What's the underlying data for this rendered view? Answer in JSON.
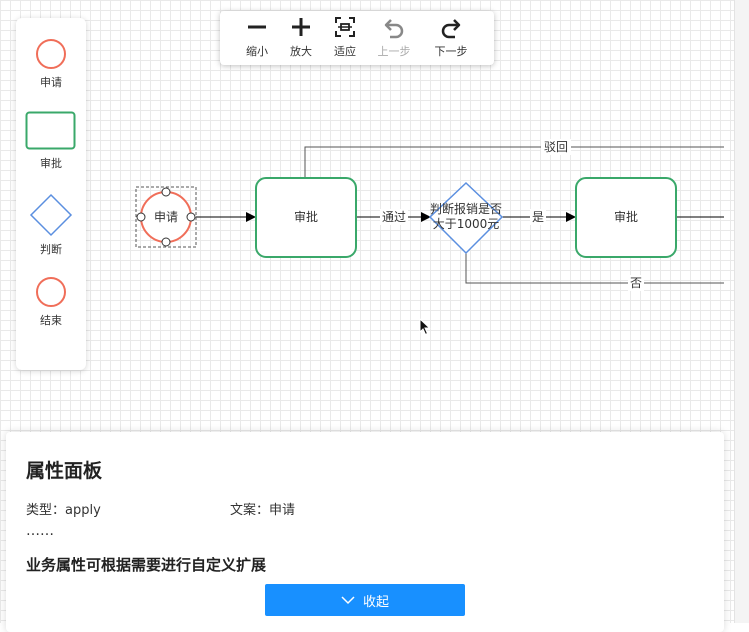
{
  "toolbar": {
    "zoom_out": "缩小",
    "zoom_in": "放大",
    "fit": "适应",
    "undo": "上一步",
    "redo": "下一步"
  },
  "palette": {
    "apply": "申请",
    "approve": "审批",
    "judge": "判断",
    "end": "结束"
  },
  "diagram": {
    "start_node": "申请",
    "approve_node_1": "审批",
    "decision_line1": "判断报销是否",
    "decision_line2": "大于1000元",
    "approve_node_2": "审批",
    "edge_pass": "通过",
    "edge_yes": "是",
    "edge_reject": "驳回",
    "edge_no": "否"
  },
  "panel": {
    "title": "属性面板",
    "type_label": "类型：apply",
    "text_label": "文案：申请",
    "ellipsis": "……",
    "note": "业务属性可根据需要进行自定义扩展",
    "collapse_label": "收起"
  },
  "colors": {
    "start": "#f06e59",
    "approve": "#3aa86a",
    "decision": "#5b8fe0",
    "primary": "#1890ff"
  }
}
